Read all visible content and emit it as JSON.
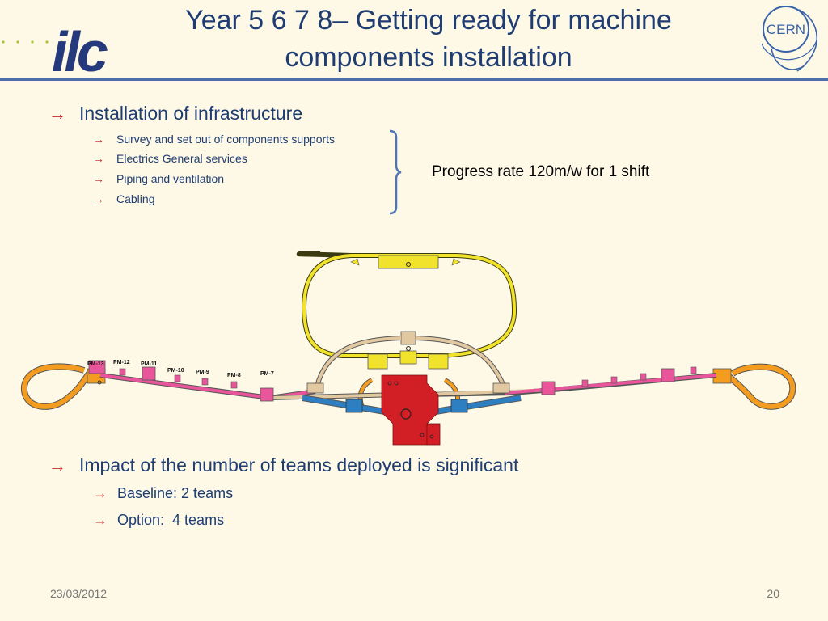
{
  "slide": {
    "title_line1": "Year 5 6 7 8– Getting ready for machine",
    "title_line2": "components installation",
    "logo_left_text": "ilc",
    "logo_right_text": "CERN"
  },
  "section1": {
    "heading": "Installation of infrastructure",
    "items": [
      "Survey and set out of components supports",
      "Electrics General services",
      "Piping and ventilation",
      "Cabling"
    ],
    "note": "Progress rate 120m/w for 1 shift"
  },
  "diagram": {
    "pm_labels": [
      "PM-13",
      "PM-12",
      "PM-11",
      "PM-10",
      "PM-9",
      "PM-8",
      "PM-7"
    ],
    "colors": {
      "linac": "#e8559a",
      "damping_ring": "#f1e22b",
      "turnaround": "#f39c1f",
      "beam_delivery": "#2e7fc2",
      "transfer_line": "#e2c8a0",
      "detector_hall": "#d21f26"
    }
  },
  "section2": {
    "heading": "Impact of the number of teams deployed is significant",
    "items": [
      "Baseline: 2 teams",
      "Option:  4 teams"
    ]
  },
  "footer": {
    "date": "23/03/2012",
    "page": "20"
  }
}
